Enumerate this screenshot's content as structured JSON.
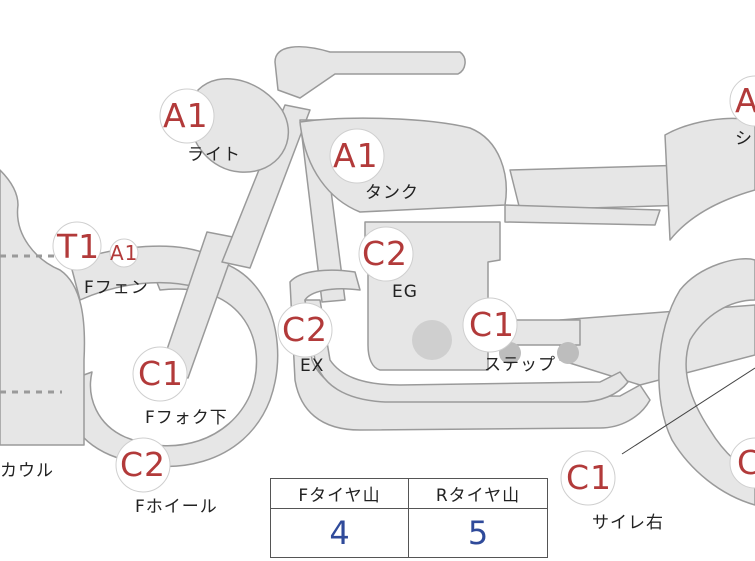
{
  "labels": {
    "light": "ライト",
    "tank": "タンク",
    "seat": "シ",
    "engine": "EG",
    "exhaust": "EX",
    "step": "ステップ",
    "front_fender": "Fフェン",
    "front_fork": "Fフォク下",
    "cowl": "カウル",
    "front_wheel": "Fホイール",
    "silencer_right": "サイレ右"
  },
  "grades": {
    "light": "A1",
    "tank": "A1",
    "seat": "A",
    "engine": "C2",
    "exhaust": "C2",
    "step": "C1",
    "front_fender": "T1",
    "front_fender_sub": "A1",
    "front_fork": "C1",
    "front_wheel": "C2",
    "silencer_right": "C1",
    "rear_wheel": "C"
  },
  "tire_tread": {
    "front_header": "Fタイヤ山",
    "rear_header": "Rタイヤ山",
    "front_value": "4",
    "rear_value": "5"
  },
  "colors": {
    "body_fill": "#e6e6e6",
    "outline": "#9a9a9a",
    "grade_text": "#b23a3a",
    "tread_value": "#2f4a9a"
  }
}
